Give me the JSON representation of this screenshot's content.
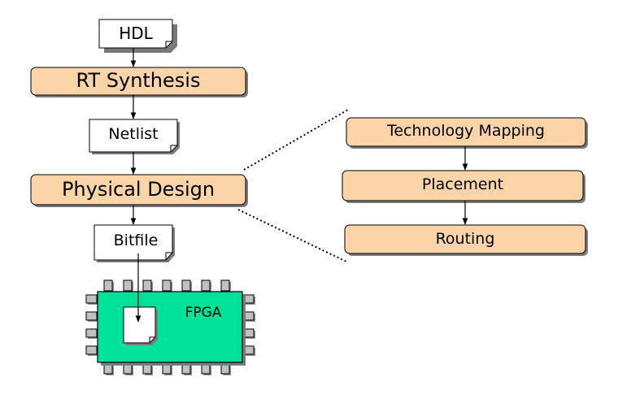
{
  "flow": {
    "hdl": "HDL",
    "rt_synthesis": "RT Synthesis",
    "netlist": "Netlist",
    "physical_design": "Physical Design",
    "bitfile": "Bitfile"
  },
  "physical_design_steps": {
    "technology_mapping": "Technology Mapping",
    "placement": "Placement",
    "routing": "Routing"
  },
  "chip": {
    "label": "FPGA"
  },
  "colors": {
    "process_fill": "#fbd4a8",
    "chip_fill": "#00e29a",
    "pin_fill": "#c0c0c0",
    "shadow": "#8c8c8c"
  }
}
